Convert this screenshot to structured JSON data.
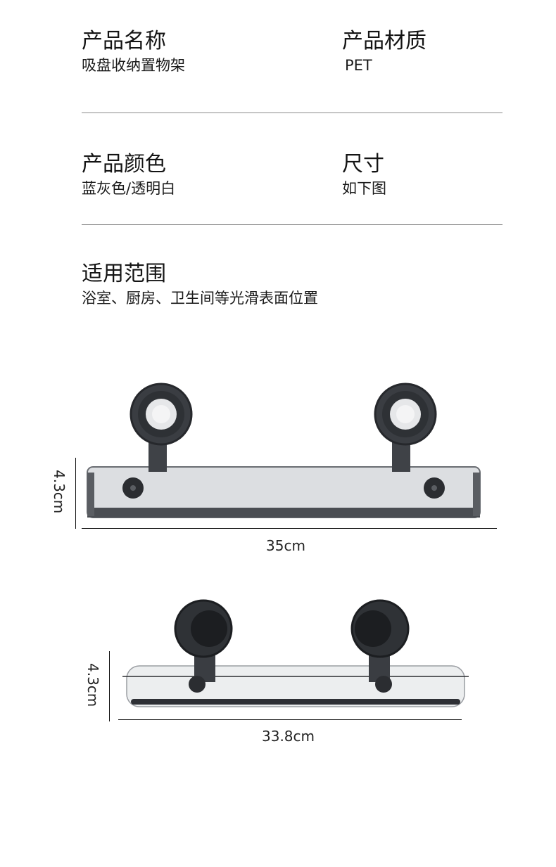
{
  "specs": {
    "name": {
      "label": "产品名称",
      "value": "吸盘收纳置物架"
    },
    "material": {
      "label": "产品材质",
      "value": "PET"
    },
    "color": {
      "label": "产品颜色",
      "value": "蓝灰色/透明白"
    },
    "size": {
      "label": "尺寸",
      "value": "如下图"
    },
    "usage": {
      "label": "适用范围",
      "value": "浴室、厨房、卫生间等光滑表面位置"
    }
  },
  "diagrams": {
    "front": {
      "height_label": "4.3cm",
      "width_label": "35cm",
      "style": "blue-gray"
    },
    "top": {
      "height_label": "4.3cm",
      "width_label": "33.8cm",
      "style": "transparent-white"
    }
  },
  "colors": {
    "text": "#141414",
    "divider": "#8a8a8a",
    "shelf_dark": "#3a3d42",
    "shelf_clear": "#d8dadd"
  }
}
